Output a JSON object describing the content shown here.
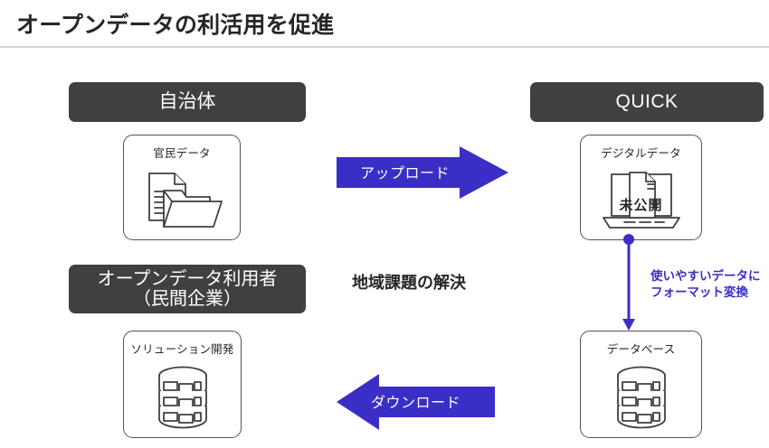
{
  "header": {
    "title": "オープンデータの利活用を促進"
  },
  "diagram": {
    "left_column": {
      "top_pill": {
        "label": "自治体"
      },
      "top_card": {
        "label": "官民データ",
        "icon": "folder-document-icon"
      },
      "bottom_pill": {
        "label": "オープンデータ利用者\n（民間企業）",
        "line1": "オープンデータ利用者",
        "line2": "（民間企業）"
      },
      "bottom_card": {
        "label": "ソリューション開発",
        "icon": "database-stack-icon"
      }
    },
    "right_column": {
      "top_pill": {
        "label": "QUICK"
      },
      "top_card": {
        "label": "デジタルデータ",
        "badge": "未公開",
        "icon": "laptop-document-icon"
      },
      "bottom_card": {
        "label": "データベース",
        "icon": "database-stack-icon"
      },
      "connector": {
        "icon": "down-arrow-connector-icon",
        "line1": "使いやすいデータに",
        "line2": "フォーマット変換"
      }
    },
    "center": {
      "caption": "地域課題の解決"
    },
    "arrows": {
      "upload": {
        "label": "アップロード",
        "direction": "right",
        "icon": "right-block-arrow-icon"
      },
      "download": {
        "label": "ダウンロード",
        "direction": "left",
        "icon": "left-block-arrow-icon"
      }
    }
  },
  "colors": {
    "pill_bg": "#404040",
    "arrow_blue": "#3a2ec6",
    "connector_blue": "#3b30c4",
    "card_border": "#52525b",
    "text_dark": "#262626",
    "rule": "#d4d4d8"
  }
}
